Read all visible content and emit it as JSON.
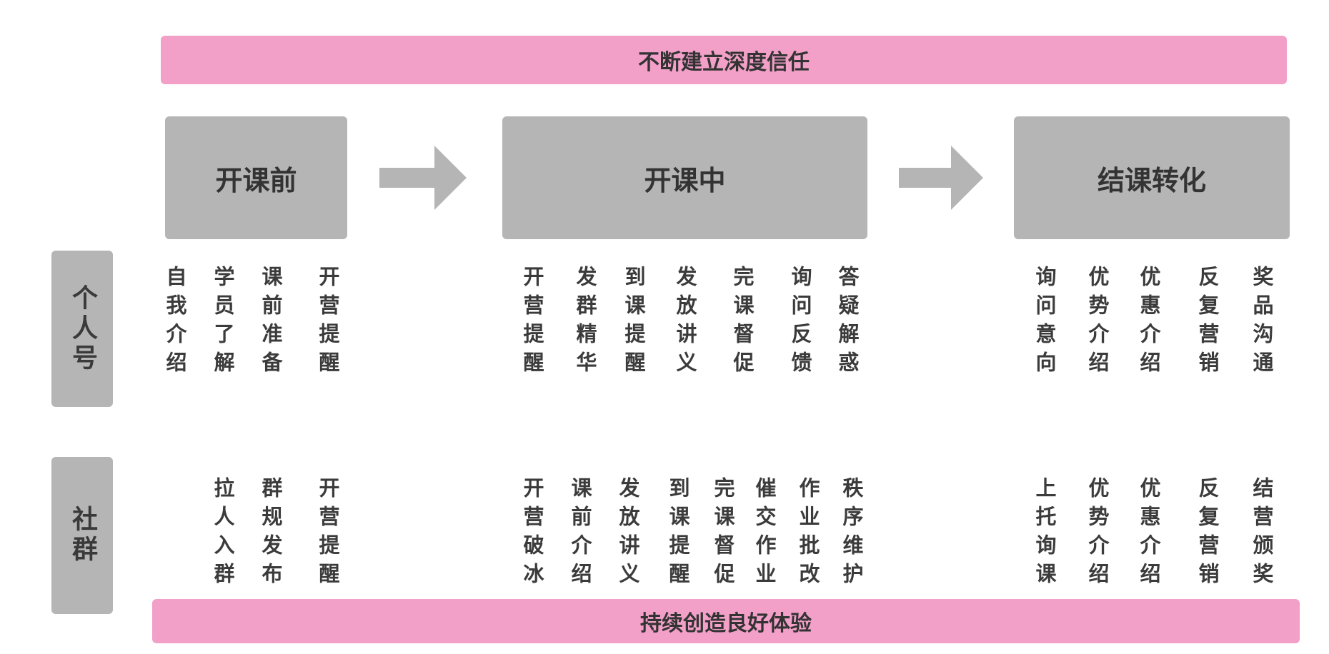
{
  "banner_top": "不断建立深度信任",
  "banner_bottom": "持续创造良好体验",
  "phases": [
    "开课前",
    "开课中",
    "结课转化"
  ],
  "rows": [
    "个人号",
    "社群"
  ],
  "personal": {
    "before": [
      "自我介绍",
      "学员了解",
      "课前准备",
      "开营提醒"
    ],
    "during": [
      "开营提醒",
      "发群精华",
      "到课提醒",
      "发放讲义",
      "完课督促",
      "询问反馈",
      "答疑解惑"
    ],
    "after": [
      "询问意向",
      "优势介绍",
      "优惠介绍",
      "反复营销",
      "奖品沟通"
    ]
  },
  "community": {
    "before": [
      "拉人入群",
      "群规发布",
      "开营提醒"
    ],
    "during": [
      "开营破冰",
      "课前介绍",
      "发放讲义",
      "到课提醒",
      "完课督促",
      "催交作业",
      "作业批改",
      "秩序维护"
    ],
    "after": [
      "上托询课",
      "优势介绍",
      "优惠介绍",
      "反复营销",
      "结营颁奖"
    ]
  },
  "colors": {
    "banner": "#f2a0c8",
    "box": "#b5b5b5",
    "text": "#3b3b3b"
  }
}
